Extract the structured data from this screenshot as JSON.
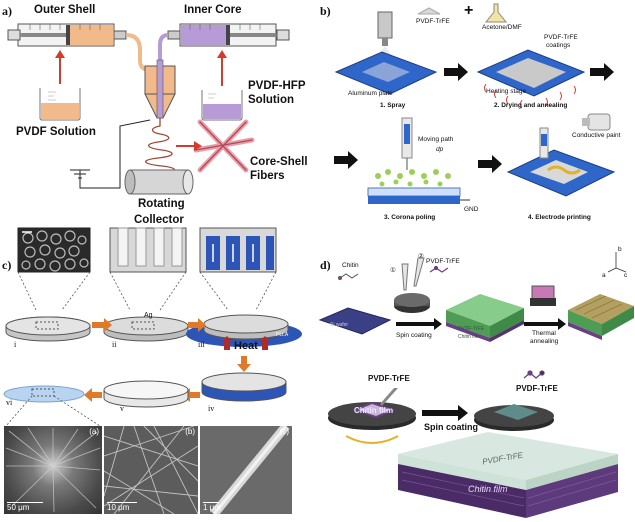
{
  "a": {
    "tag": "a)",
    "outer_shell": "Outer Shell",
    "inner_core": "Inner Core",
    "pvdf_solution": "PVDF Solution",
    "pvdf_hfp_line1": "PVDF-HFP",
    "pvdf_hfp_line2": "Solution",
    "core_shell_line1": "Core-Shell",
    "core_shell_line2": "Fibers",
    "collector_line1": "Rotating",
    "collector_line2": "Collector"
  },
  "b": {
    "tag": "b)",
    "pvdf_trfe": "PVDF-TrFE",
    "plus": "+",
    "solvent": "Acetone/DMF",
    "coatings_line1": "PVDF-TrFE",
    "coatings_line2": "coatings",
    "aluminum_plate": "Aluminum plate",
    "heating_stage": "Heating stage",
    "step1": "1. Spray",
    "step2": "2. Drying and annealing",
    "moving_path": "Moving path",
    "dp": "dp",
    "conductive_paint": "Conductive paint",
    "gnd": "GND",
    "step3": "3. Corona poling",
    "step4": "4. Electrode printing"
  },
  "c": {
    "tag": "c)",
    "ag": "Ag",
    "heat": "Heat",
    "plla": "PLLA",
    "steps": [
      "i",
      "ii",
      "iii",
      "iv",
      "v",
      "vi"
    ],
    "sem": [
      {
        "label": "(a)",
        "scale": "50 μm"
      },
      {
        "label": "(b)",
        "scale": "10 μm"
      },
      {
        "label": "(c)",
        "scale": "1 μm"
      }
    ]
  },
  "d": {
    "tag": "d)",
    "chitin": "Chitin",
    "pvdf_trfe": "PVDF-TrFE",
    "num1": "①",
    "num2": "②",
    "substrate": "Si wafer",
    "spin_coating": "Spin coating",
    "thermal_line1": "Thermal",
    "thermal_line2": "annealing",
    "layer_top": "PVDF-TrFE",
    "layer_chitin": "Chitin film",
    "axis_a": "a",
    "axis_b": "b",
    "axis_c": "c",
    "pvdf_trfe_lower1": "PVDF-TrFE",
    "pvdf_trfe_lower2": "PVDF-TrFE",
    "chitin_film_lower": "Chitin film",
    "spin_coating_lower": "Spin coating",
    "block_top_label": "PVDF-TrFE",
    "block_chitin_label": "Chitin film"
  },
  "colors": {
    "shell_orange": "#f2b98a",
    "core_purple": "#b79bd6",
    "plate_blue": "#2f66c9",
    "film_green": "#7ac67e",
    "chitin_purple": "#6a3f86",
    "arrow_red": "#d63a2a",
    "arrow_orange": "#e07a2a"
  }
}
